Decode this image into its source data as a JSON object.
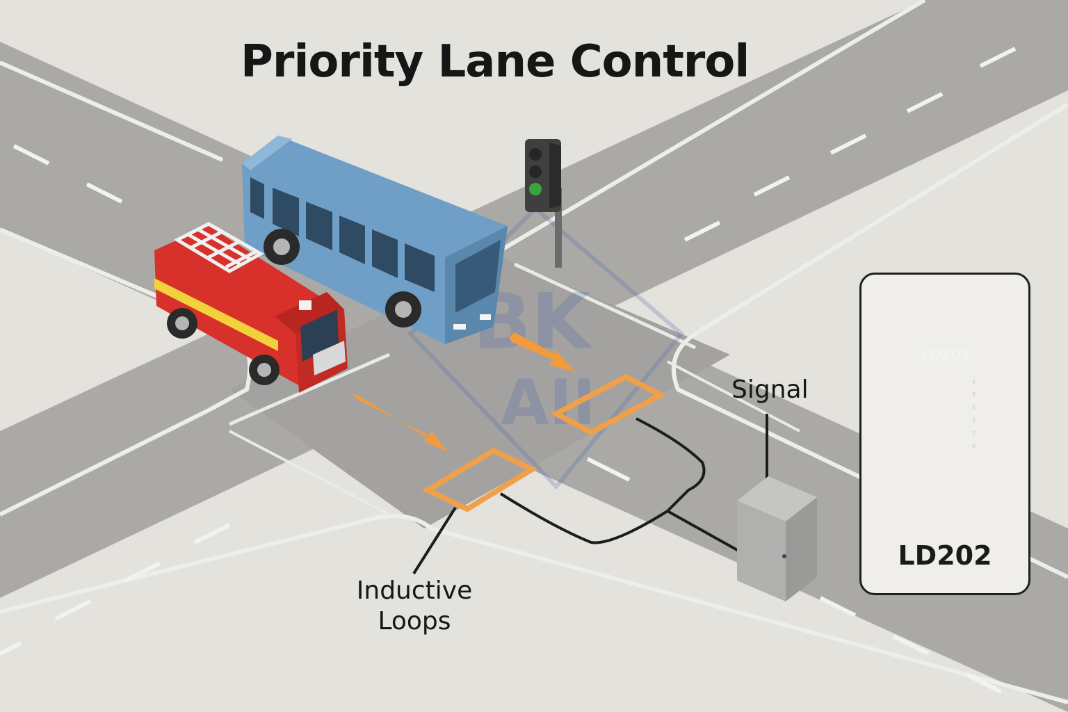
{
  "title": "Priority Lane Control",
  "labels": {
    "signal": "Signal",
    "inductive_loops_line1": "Inductive",
    "inductive_loops_line2": "Loops"
  },
  "detector": {
    "device_label": "LD202",
    "caption": "LD202",
    "channel_marks": [
      "4",
      "9",
      "0",
      "3",
      "5",
      "0"
    ]
  },
  "watermark": "BK AII",
  "colors": {
    "road": "#a9a9a7",
    "sidewalk": "#dddbd6",
    "loop": "#f0a04a",
    "arrow": "#f29b3c",
    "bus": "#6f9fc6",
    "fire_truck": "#d8302a",
    "detector_body": "#1d1d1d",
    "led_orange": "#f09a32",
    "led_grey": "#9a9a9a"
  }
}
